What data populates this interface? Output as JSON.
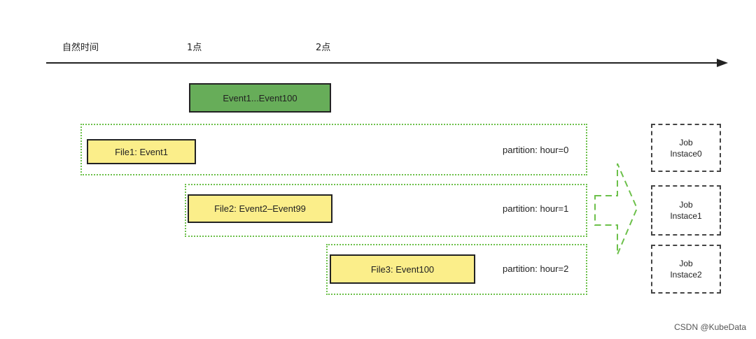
{
  "timeline": {
    "labels": [
      "自然时间",
      "1点",
      "2点"
    ]
  },
  "event_block": {
    "label": "Event1...Event100"
  },
  "partitions": [
    {
      "file_label": "File1: Event1",
      "partition_label": "partition: hour=0"
    },
    {
      "file_label": "File2: Event2–Event99",
      "partition_label": "partition: hour=1"
    },
    {
      "file_label": "File3: Event100",
      "partition_label": "partition: hour=2"
    }
  ],
  "jobs": [
    {
      "line1": "Job",
      "line2": "Instace0"
    },
    {
      "line1": "Job",
      "line2": "Instace1"
    },
    {
      "line1": "Job",
      "line2": "Instace2"
    }
  ],
  "watermark": "CSDN @KubeData",
  "colors": {
    "event_fill": "#67ad59",
    "file_fill": "#fbee8a",
    "partition_border": "#6cc04a",
    "arrow_dash": "#6cc04a"
  }
}
